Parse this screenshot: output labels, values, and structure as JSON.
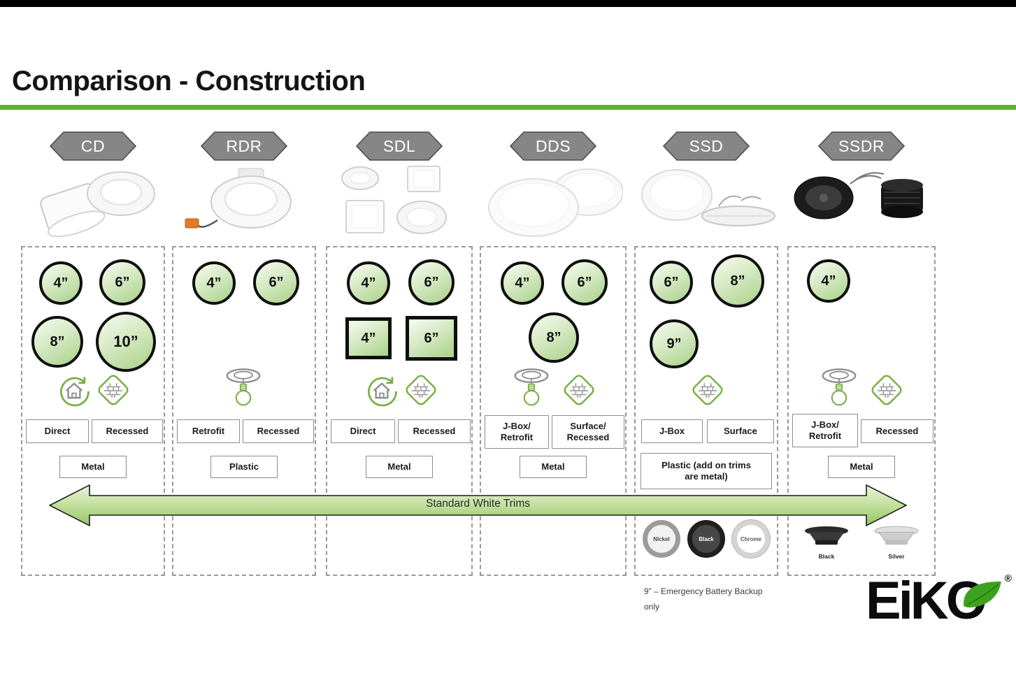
{
  "slide": {
    "title": "Comparison - Construction"
  },
  "arrow": {
    "label": "Standard White Trims"
  },
  "columns": [
    {
      "banner": "CD",
      "sizes": [
        "4”",
        "6”",
        "8”",
        "10”"
      ],
      "install": [
        [
          "Direct"
        ],
        [
          "Recessed"
        ]
      ],
      "material": [
        "Metal"
      ]
    },
    {
      "banner": "RDR",
      "sizes": [
        "4”",
        "6”"
      ],
      "install": [
        [
          "Retrofit"
        ],
        [
          "Recessed"
        ]
      ],
      "material": [
        "Plastic"
      ]
    },
    {
      "banner": "SDL",
      "sizes": [
        "4”",
        "6”"
      ],
      "square_sizes": [
        "4”",
        "6”"
      ],
      "install": [
        [
          "Direct"
        ],
        [
          "Recessed"
        ]
      ],
      "material": [
        "Metal"
      ]
    },
    {
      "banner": "DDS",
      "sizes": [
        "4”",
        "6”",
        "8”"
      ],
      "install": [
        [
          "J-Box/",
          "Retrofit"
        ],
        [
          "Surface/",
          "Recessed"
        ]
      ],
      "material": [
        "Metal"
      ]
    },
    {
      "banner": "SSD",
      "sizes": [
        "6”",
        "8”",
        "9”"
      ],
      "install": [
        [
          "J-Box"
        ],
        [
          "Surface"
        ]
      ],
      "material": [
        "Plastic (add on trims",
        "are metal)"
      ],
      "trim_rings": [
        "Nickel",
        "Black",
        "Chrome"
      ],
      "footnote": [
        "9” – Emergency Battery Backup",
        "only"
      ]
    },
    {
      "banner": "SSDR",
      "sizes": [
        "4”"
      ],
      "install": [
        [
          "J-Box/",
          "Retrofit"
        ],
        [
          "Recessed"
        ]
      ],
      "material": [
        "Metal"
      ],
      "finishes": [
        "Black",
        "Silver"
      ]
    }
  ],
  "logo": {
    "left": "EiK",
    "o": "O",
    "reg": "®"
  }
}
